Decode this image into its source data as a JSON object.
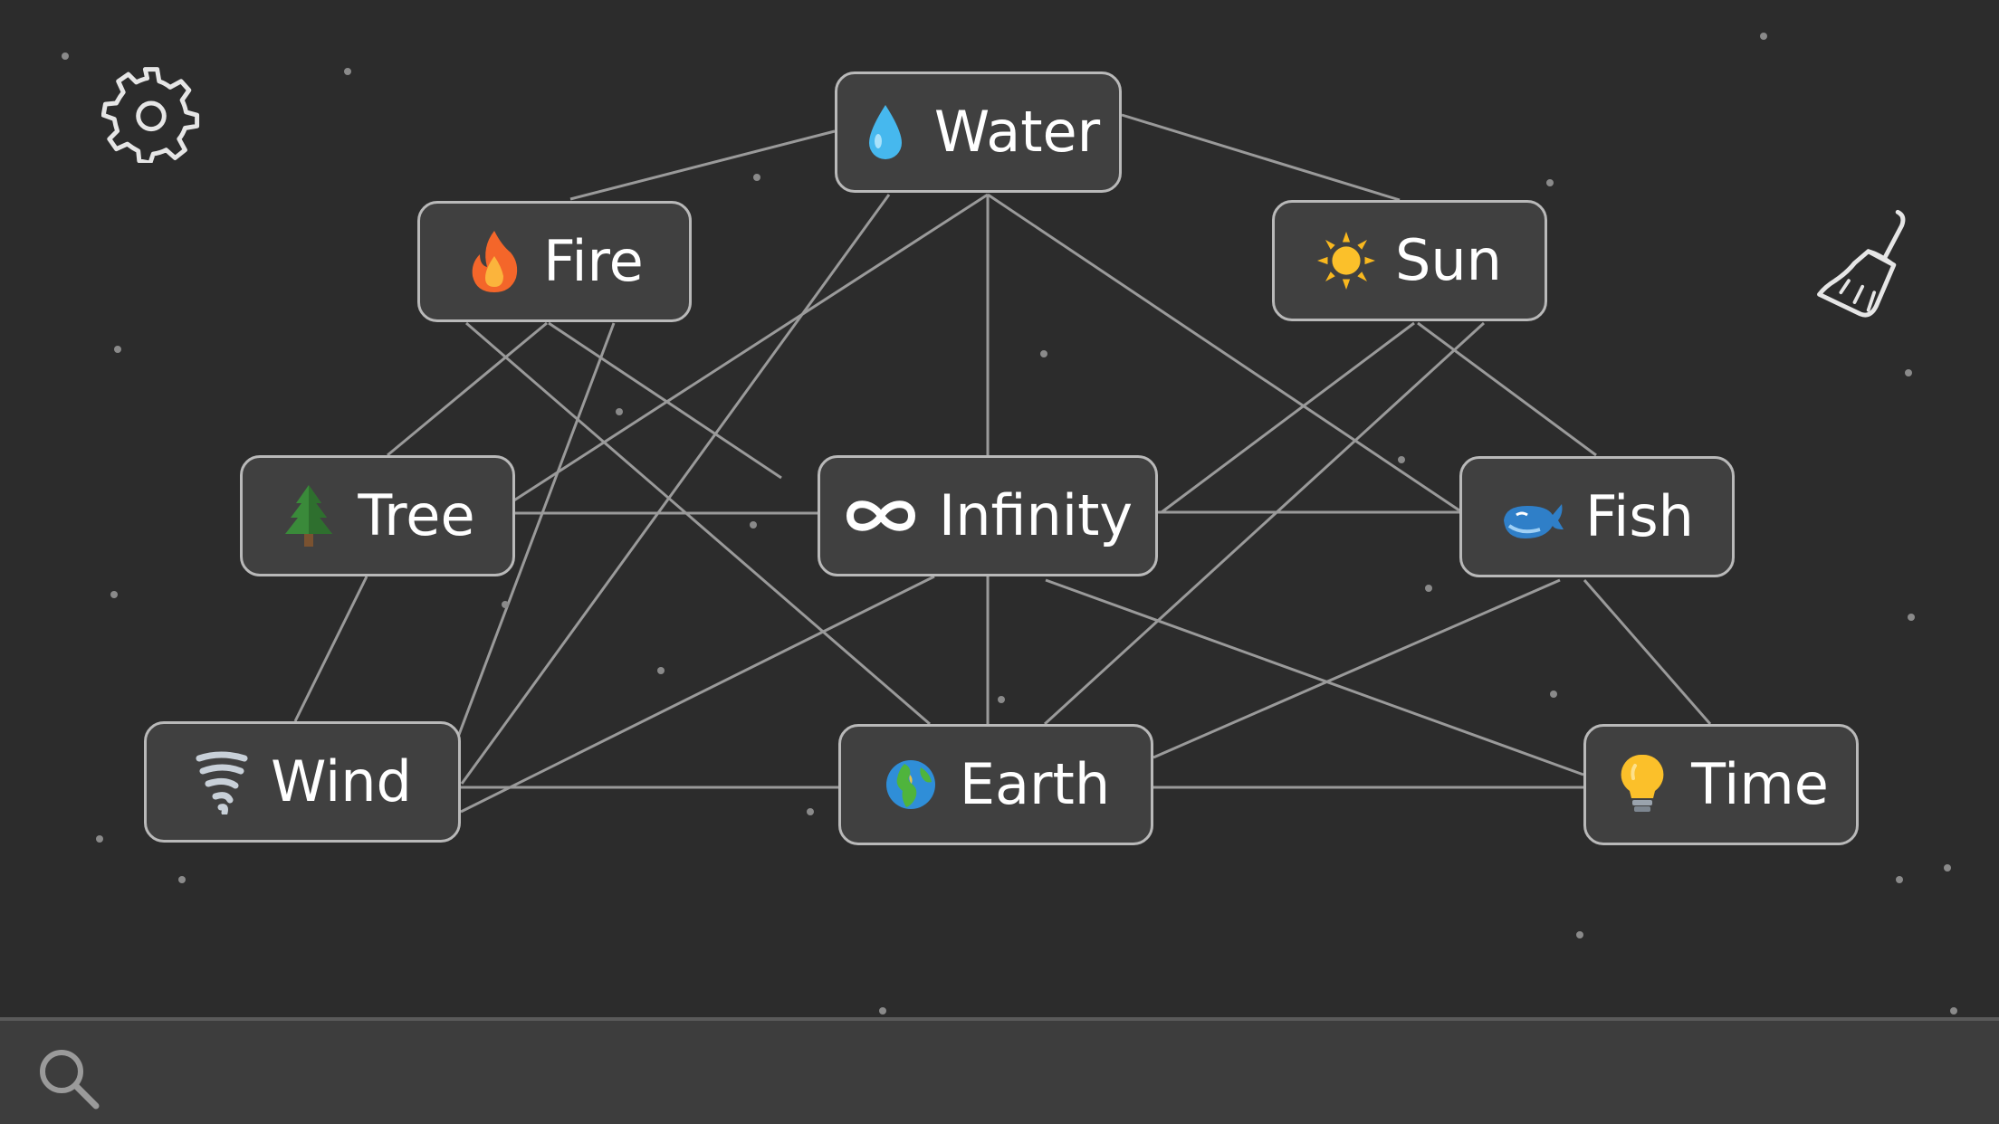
{
  "toolbar": {
    "settings_icon": "gear-icon",
    "clear_icon": "broom-icon"
  },
  "colors": {
    "background": "#2c2c2c",
    "tile": "#404040",
    "tile_border": "#b9b9b9",
    "link_line": "#9a9a9a",
    "search_bar": "#3d3d3d"
  },
  "elements": [
    {
      "key": "water",
      "icon": "water-drop-icon",
      "label": "Water"
    },
    {
      "key": "fire",
      "icon": "fire-icon",
      "label": "Fire"
    },
    {
      "key": "sun",
      "icon": "sun-icon",
      "label": "Sun"
    },
    {
      "key": "tree",
      "icon": "tree-icon",
      "label": "Tree"
    },
    {
      "key": "infinity",
      "icon": "infinity-icon",
      "label": "Infinity"
    },
    {
      "key": "fish",
      "icon": "whale-icon",
      "label": "Fish"
    },
    {
      "key": "wind",
      "icon": "tornado-icon",
      "label": "Wind"
    },
    {
      "key": "earth",
      "icon": "globe-icon",
      "label": "Earth"
    },
    {
      "key": "time",
      "icon": "lightbulb-icon",
      "label": "Time"
    }
  ],
  "search": {
    "icon": "search-icon",
    "placeholder": "",
    "value": ""
  }
}
